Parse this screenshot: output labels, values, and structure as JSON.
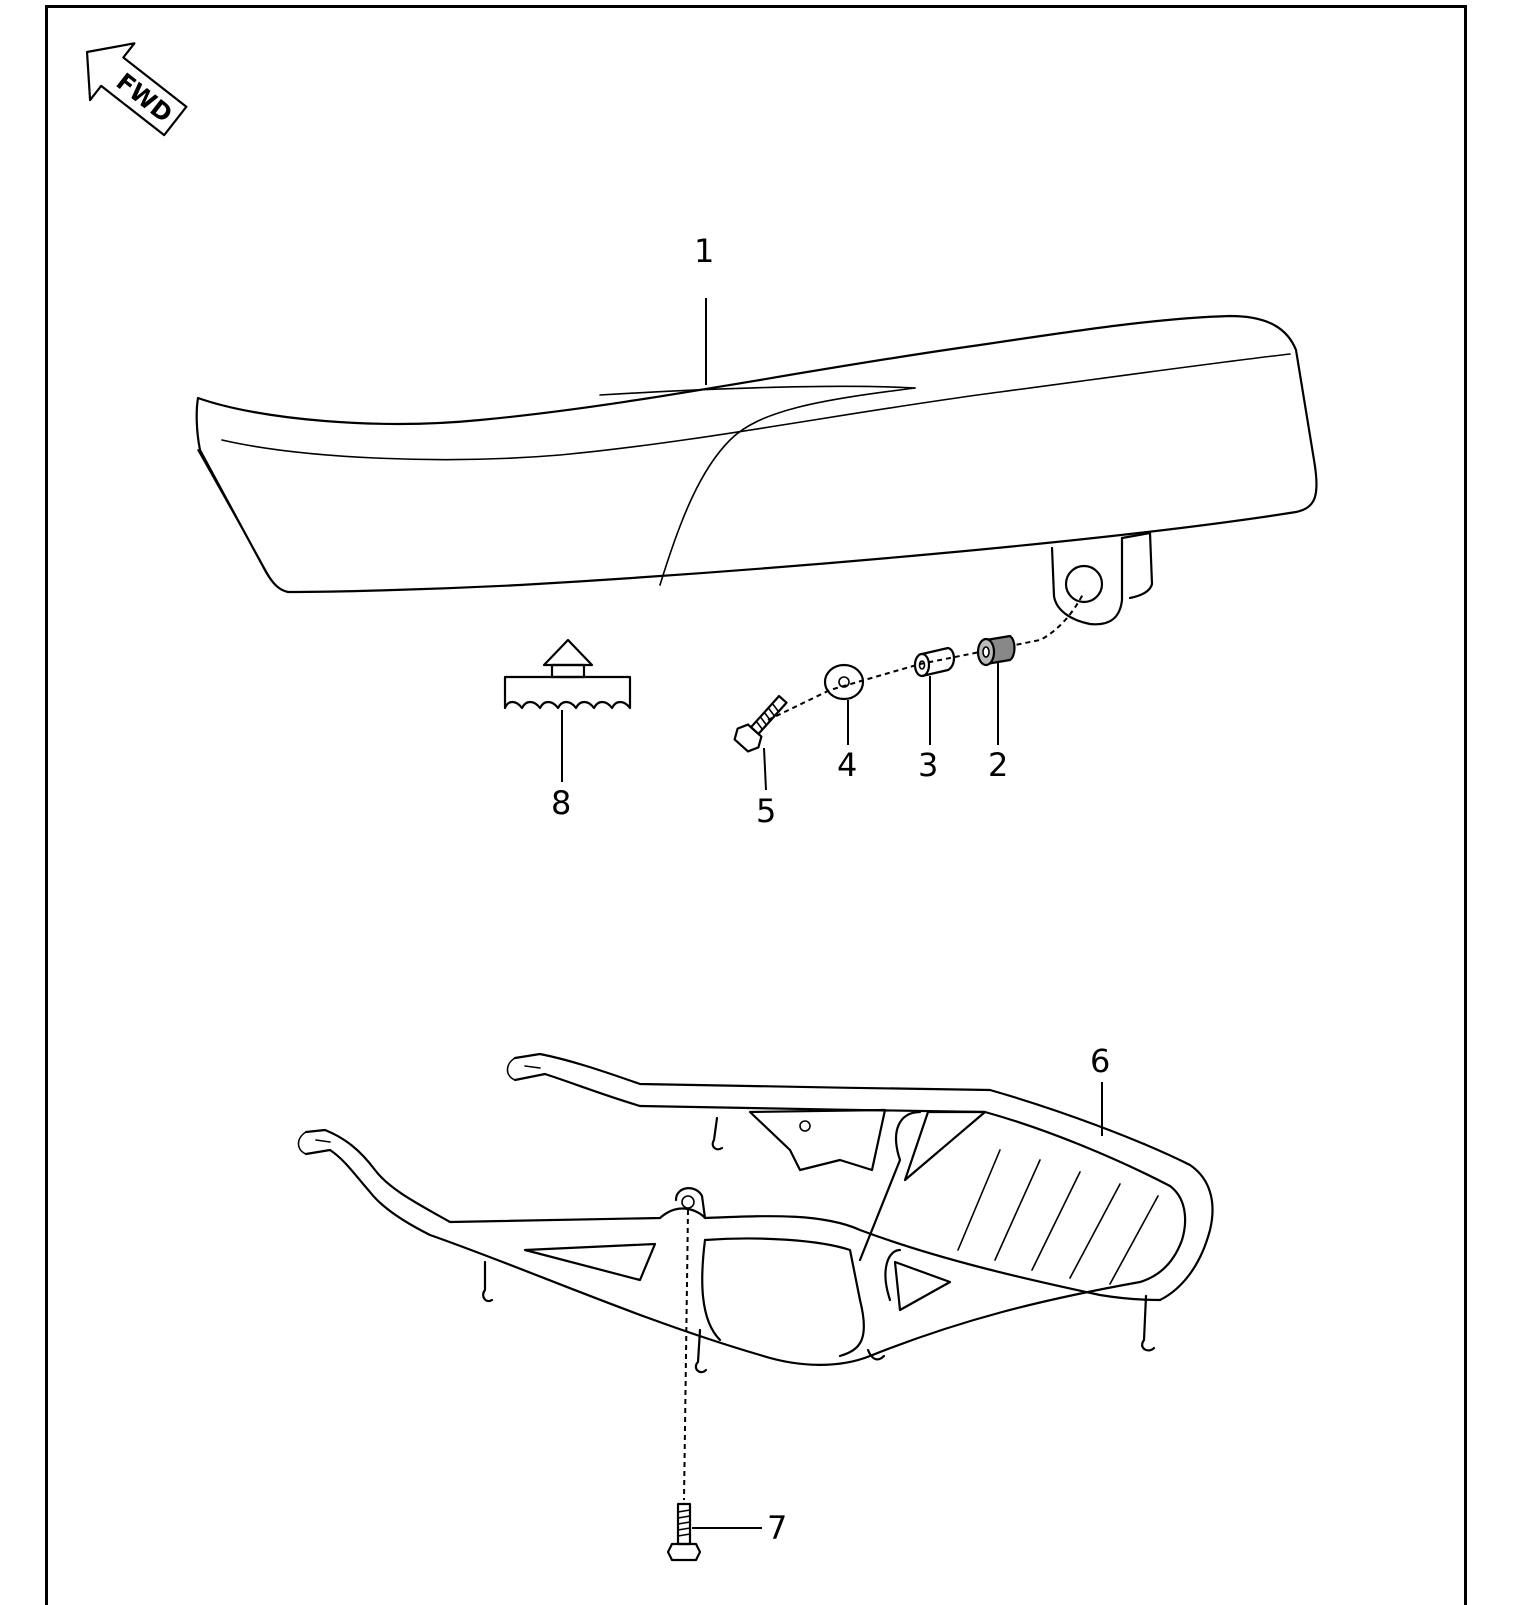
{
  "fwd_label": "FWD",
  "callouts": {
    "c1": "1",
    "c2": "2",
    "c3": "3",
    "c4": "4",
    "c5": "5",
    "c6": "6",
    "c7": "7",
    "c8": "8"
  },
  "colors": {
    "line": "#000000",
    "background": "#ffffff",
    "bushing_fill": "#888888"
  }
}
